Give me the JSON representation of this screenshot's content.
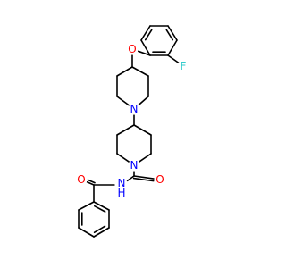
{
  "molecule": {
    "colors": {
      "bond": "#000000",
      "oxygen": "#ff0000",
      "nitrogen": "#0000ff",
      "fluorine": "#33cccc",
      "background": "#ffffff"
    },
    "atom_labels": {
      "ether_oxygen": "O",
      "fluorine": "F",
      "piperidine_nitrogen_upper": "N",
      "piperidine_nitrogen_lower": "N",
      "carbonyl_oxygen_acetyl": "O",
      "amide_nitrogen": "N",
      "amide_hydrogen": "H",
      "carbonyl_oxygen_benzoyl": "O"
    }
  }
}
